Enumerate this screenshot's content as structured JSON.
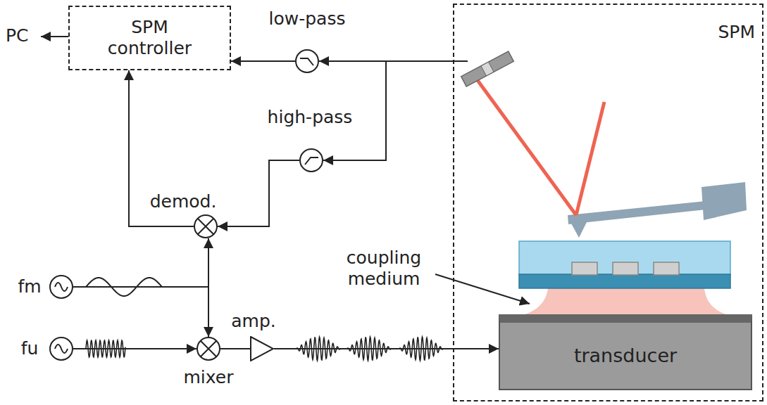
{
  "diagram": {
    "nodes": [
      {
        "text": [
          "SPM controller"
        ]
      },
      {
        "text": [
          "low-pass"
        ]
      },
      {
        "text": [
          "high-pass"
        ]
      },
      {
        "text": [
          "SPM"
        ]
      },
      {
        "text": [
          "transducer"
        ],
        "in": 3
      },
      {
        "text": [
          "demod."
        ]
      },
      {
        "text": [
          "fm"
        ]
      },
      {
        "text": [
          "fu"
        ]
      },
      {
        "text": [
          "mixer"
        ]
      },
      {
        "text": [
          "amp."
        ]
      }
    ],
    "edges": [
      {
        "from": 1,
        "to": 0,
        "arrow": "to"
      },
      {
        "from": 3,
        "to": 1,
        "arrow": "to"
      },
      {
        "from": 3,
        "to": 2,
        "arrow": "to"
      },
      {
        "from": 2,
        "to": 5,
        "arrow": "to"
      },
      {
        "from": 5,
        "to": 0,
        "arrow": "to"
      },
      {
        "from": 6,
        "to": 5,
        "arrow": "to"
      },
      {
        "from": 6,
        "to": 8,
        "arrow": "to"
      },
      {
        "from": 7,
        "to": 8,
        "arrow": "to"
      },
      {
        "from": 8,
        "to": 9,
        "arrow": "none"
      },
      {
        "from": 9,
        "to": 4,
        "arrow": "to"
      }
    ],
    "labels": [
      "PC",
      "coupling medium"
    ]
  }
}
